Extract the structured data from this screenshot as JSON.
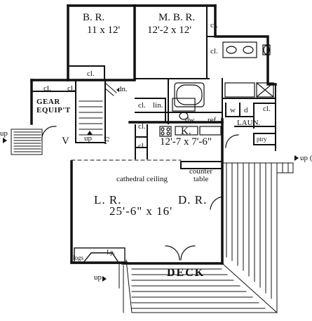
{
  "rooms": {
    "br": {
      "name": "B. R.",
      "size": "11 x 12'"
    },
    "mbr": {
      "name": "M. B. R.",
      "size": "12'-2 x 12'"
    },
    "gear": {
      "line1": "GEAR",
      "line2": "EQUIP'T"
    },
    "kitchen": {
      "name": "K.",
      "size": "12'-7 x 7'-6\""
    },
    "laundry": "LAUN.",
    "living": {
      "name": "L. R.",
      "size": "25'-6\" x 16'"
    },
    "dining": "D. R.",
    "deck": "DECK",
    "vestibule": "V",
    "foyer": "F"
  },
  "labels": {
    "closet": "cl.",
    "linen": "lin.",
    "dishwasher": "dw",
    "refrigerator": "ref.",
    "washer": "w",
    "dryer": "d",
    "pantry": "ptry",
    "down": "dn.",
    "up": "up",
    "up_cut": "up (",
    "cathedral": "cathedral ceiling",
    "counter": "counter",
    "table": "table",
    "logs": "logs",
    "fireplace": "f.p."
  }
}
